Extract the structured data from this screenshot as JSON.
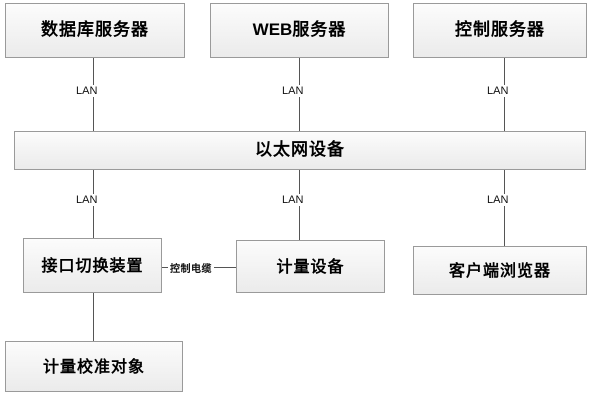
{
  "diagram": {
    "type": "network-topology",
    "background": "#ffffff",
    "box_border_color": "#9a9a9a",
    "box_fill_color": "#f2f2f2",
    "line_color": "#555555",
    "nodes": [
      {
        "id": "database-server",
        "label": "数据库服务器",
        "row": "top"
      },
      {
        "id": "web-server",
        "label": "WEB服务器",
        "label_latin": "WEB",
        "label_han": "服务器",
        "row": "top"
      },
      {
        "id": "control-server",
        "label": "控制服务器",
        "row": "top"
      },
      {
        "id": "ethernet-device",
        "label": "以太网设备",
        "row": "middle"
      },
      {
        "id": "interface-switch",
        "label": "接口切换装置",
        "row": "third"
      },
      {
        "id": "metering-device",
        "label": "计量设备",
        "row": "third"
      },
      {
        "id": "client-browser",
        "label": "客户端浏览器",
        "row": "third"
      },
      {
        "id": "calibration-object",
        "label": "计量校准对象",
        "row": "bottom"
      }
    ],
    "links": [
      {
        "id": "db-to-eth",
        "from": "database-server",
        "to": "ethernet-device",
        "label": "LAN"
      },
      {
        "id": "web-to-eth",
        "from": "web-server",
        "to": "ethernet-device",
        "label": "LAN"
      },
      {
        "id": "ctrl-to-eth",
        "from": "control-server",
        "to": "ethernet-device",
        "label": "LAN"
      },
      {
        "id": "eth-to-switch",
        "from": "ethernet-device",
        "to": "interface-switch",
        "label": "LAN"
      },
      {
        "id": "eth-to-meter",
        "from": "ethernet-device",
        "to": "metering-device",
        "label": "LAN"
      },
      {
        "id": "eth-to-client",
        "from": "ethernet-device",
        "to": "client-browser",
        "label": "LAN"
      },
      {
        "id": "switch-to-meter",
        "from": "interface-switch",
        "to": "metering-device",
        "label": "控制电缆"
      },
      {
        "id": "switch-to-calib",
        "from": "interface-switch",
        "to": "calibration-object",
        "label": ""
      }
    ]
  }
}
